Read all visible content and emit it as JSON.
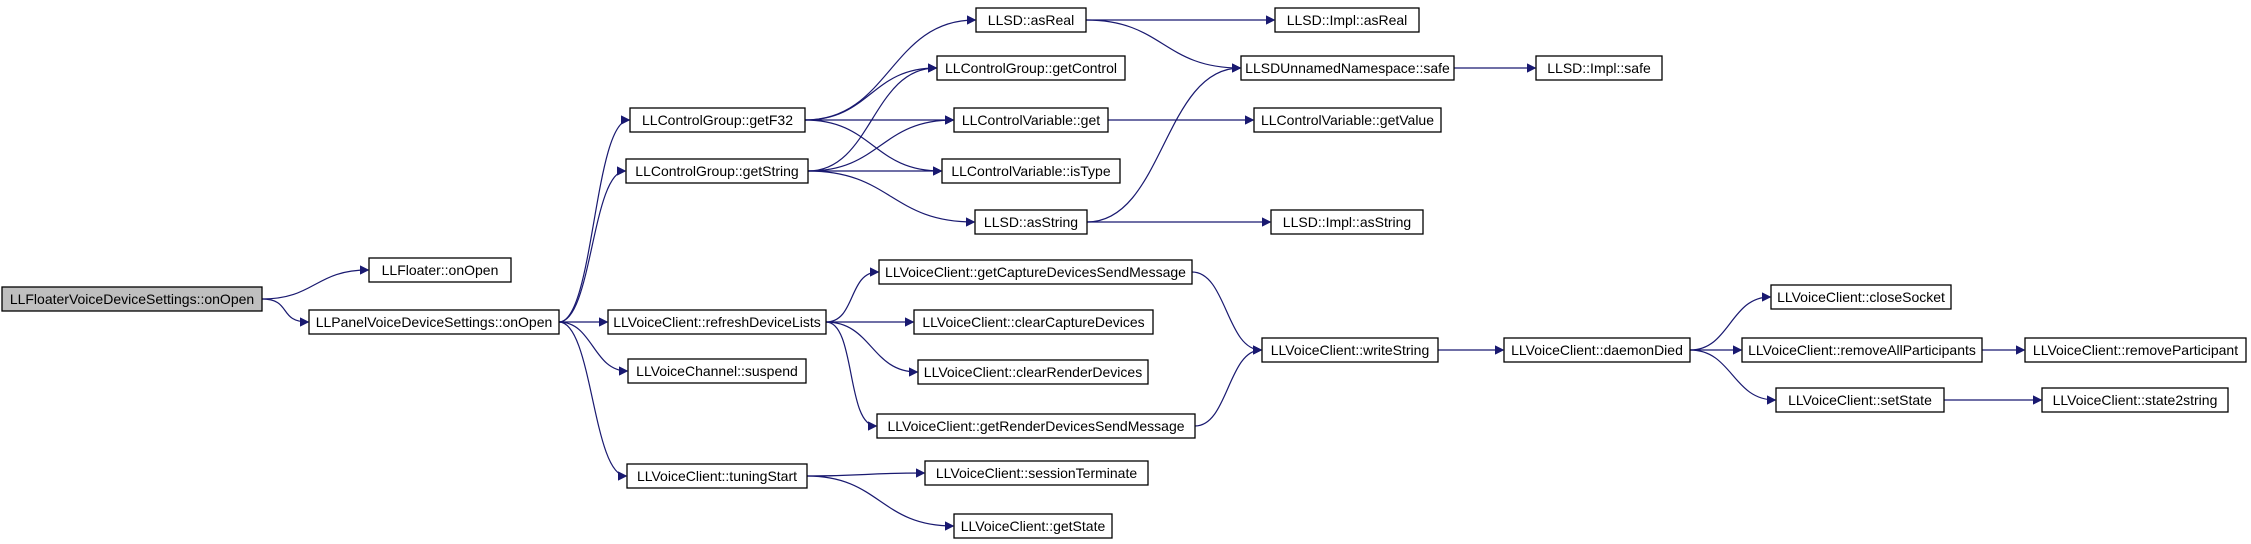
{
  "graph": {
    "edge_color": "#191970",
    "root_fill": "#bfbfbf",
    "node_fill": "#ffffff",
    "nodes": [
      {
        "id": "n0",
        "label": "LLFloaterVoiceDeviceSettings::onOpen",
        "root": true
      },
      {
        "id": "n1",
        "label": "LLFloater::onOpen"
      },
      {
        "id": "n2",
        "label": "LLPanelVoiceDeviceSettings::onOpen"
      },
      {
        "id": "n3",
        "label": "LLControlGroup::getF32"
      },
      {
        "id": "n4",
        "label": "LLControlGroup::getString"
      },
      {
        "id": "n5",
        "label": "LLVoiceClient::refreshDeviceLists"
      },
      {
        "id": "n6",
        "label": "LLVoiceChannel::suspend"
      },
      {
        "id": "n7",
        "label": "LLVoiceClient::tuningStart"
      },
      {
        "id": "n8",
        "label": "LLSD::asReal"
      },
      {
        "id": "n9",
        "label": "LLControlGroup::getControl"
      },
      {
        "id": "n10",
        "label": "LLControlVariable::get"
      },
      {
        "id": "n11",
        "label": "LLControlVariable::isType"
      },
      {
        "id": "n12",
        "label": "LLSD::asString"
      },
      {
        "id": "n13",
        "label": "LLVoiceClient::getCaptureDevicesSendMessage"
      },
      {
        "id": "n14",
        "label": "LLVoiceClient::clearCaptureDevices"
      },
      {
        "id": "n15",
        "label": "LLVoiceClient::clearRenderDevices"
      },
      {
        "id": "n16",
        "label": "LLVoiceClient::getRenderDevicesSendMessage"
      },
      {
        "id": "n17",
        "label": "LLVoiceClient::sessionTerminate"
      },
      {
        "id": "n18",
        "label": "LLVoiceClient::getState"
      },
      {
        "id": "n19",
        "label": "LLSD::Impl::asReal"
      },
      {
        "id": "n20",
        "label": "LLSDUnnamedNamespace::safe"
      },
      {
        "id": "n21",
        "label": "LLSD::Impl::safe"
      },
      {
        "id": "n22",
        "label": "LLControlVariable::getValue"
      },
      {
        "id": "n23",
        "label": "LLSD::Impl::asString"
      },
      {
        "id": "n24",
        "label": "LLVoiceClient::writeString"
      },
      {
        "id": "n25",
        "label": "LLVoiceClient::daemonDied"
      },
      {
        "id": "n26",
        "label": "LLVoiceClient::closeSocket"
      },
      {
        "id": "n27",
        "label": "LLVoiceClient::removeAllParticipants"
      },
      {
        "id": "n28",
        "label": "LLVoiceClient::removeParticipant"
      },
      {
        "id": "n29",
        "label": "LLVoiceClient::setState"
      },
      {
        "id": "n30",
        "label": "LLVoiceClient::state2string"
      }
    ],
    "edges": [
      [
        "n0",
        "n1"
      ],
      [
        "n0",
        "n2"
      ],
      [
        "n2",
        "n3"
      ],
      [
        "n2",
        "n4"
      ],
      [
        "n2",
        "n5"
      ],
      [
        "n2",
        "n6"
      ],
      [
        "n2",
        "n7"
      ],
      [
        "n3",
        "n8"
      ],
      [
        "n3",
        "n9"
      ],
      [
        "n3",
        "n10"
      ],
      [
        "n3",
        "n11"
      ],
      [
        "n4",
        "n9"
      ],
      [
        "n4",
        "n10"
      ],
      [
        "n4",
        "n11"
      ],
      [
        "n4",
        "n12"
      ],
      [
        "n5",
        "n13"
      ],
      [
        "n5",
        "n14"
      ],
      [
        "n5",
        "n15"
      ],
      [
        "n5",
        "n16"
      ],
      [
        "n7",
        "n17"
      ],
      [
        "n7",
        "n18"
      ],
      [
        "n8",
        "n19"
      ],
      [
        "n8",
        "n20"
      ],
      [
        "n10",
        "n22"
      ],
      [
        "n12",
        "n20"
      ],
      [
        "n12",
        "n23"
      ],
      [
        "n13",
        "n24"
      ],
      [
        "n16",
        "n24"
      ],
      [
        "n20",
        "n21"
      ],
      [
        "n24",
        "n25"
      ],
      [
        "n25",
        "n26"
      ],
      [
        "n25",
        "n27"
      ],
      [
        "n25",
        "n29"
      ],
      [
        "n27",
        "n28"
      ],
      [
        "n29",
        "n30"
      ]
    ]
  }
}
